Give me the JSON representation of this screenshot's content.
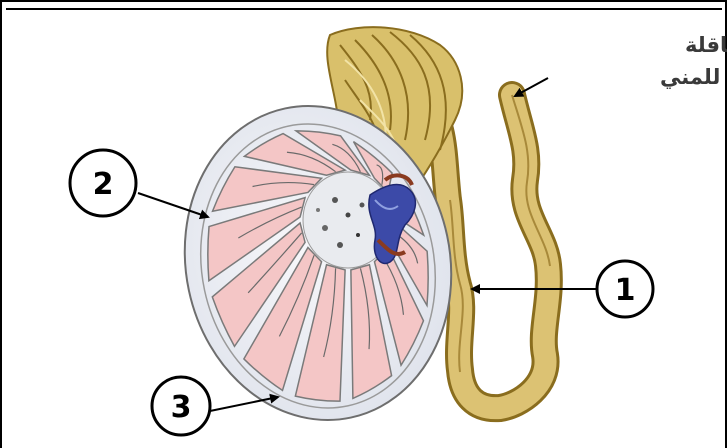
{
  "labels": {
    "one": "1",
    "two": "2",
    "three": "3",
    "vas_deferens_line1": "القناة الناقلة",
    "vas_deferens_line2": "للمني"
  },
  "colors": {
    "lobule_fill": "#f4c6c6",
    "lobule_stroke": "#7a7a7a",
    "capsule_fill": "#eef0f4",
    "tube_fill": "#d9c06b",
    "tube_stroke": "#8a6d1e",
    "blue_vessels": "#3c4aa8",
    "red_vessels": "#8a3b20",
    "arrow": "#000000"
  }
}
